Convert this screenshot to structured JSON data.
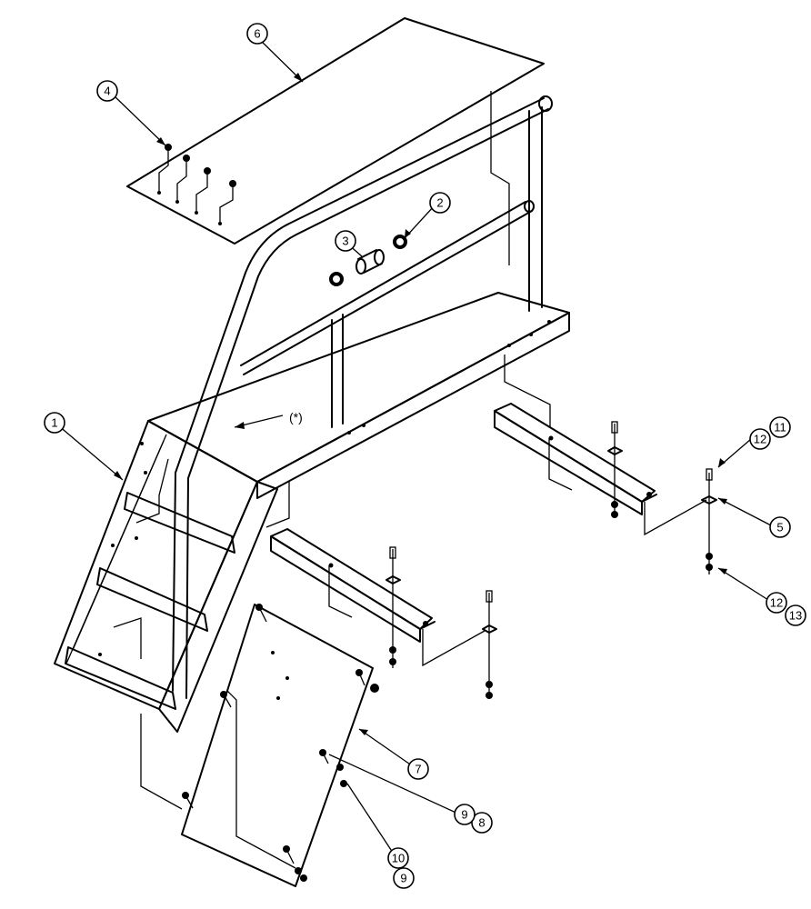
{
  "callouts": [
    {
      "id": "c1",
      "label": "1"
    },
    {
      "id": "c2",
      "label": "2"
    },
    {
      "id": "c3",
      "label": "3"
    },
    {
      "id": "c4",
      "label": "4"
    },
    {
      "id": "c5",
      "label": "5"
    },
    {
      "id": "c6",
      "label": "6"
    },
    {
      "id": "c7",
      "label": "7"
    },
    {
      "id": "c8",
      "label": "8"
    },
    {
      "id": "c9a",
      "label": "9"
    },
    {
      "id": "c9b",
      "label": "9"
    },
    {
      "id": "c10",
      "label": "10"
    },
    {
      "id": "c11",
      "label": "11"
    },
    {
      "id": "c12a",
      "label": "12"
    },
    {
      "id": "c12b",
      "label": "12"
    },
    {
      "id": "c13",
      "label": "13"
    }
  ],
  "note_label": "(*)"
}
